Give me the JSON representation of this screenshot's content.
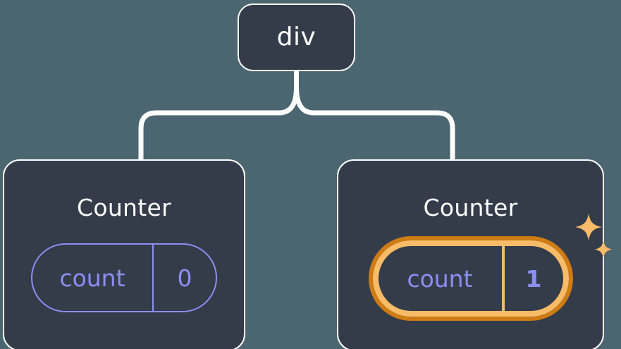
{
  "diagram": {
    "type": "component-tree",
    "background_color": "#4b6671",
    "node_fill": "#343c4a",
    "node_border": "#ffffff",
    "connector_color": "#ffffff",
    "accent_periwinkle": "#8b8ff3",
    "accent_orange_outer": "#cf7c14",
    "accent_orange_inner": "#f8bb68"
  },
  "root": {
    "label": "div"
  },
  "children": [
    {
      "title": "Counter",
      "state": {
        "key": "count",
        "value": "0"
      },
      "highlighted": false
    },
    {
      "title": "Counter",
      "state": {
        "key": "count",
        "value": "1"
      },
      "highlighted": true,
      "sparkle_icons": [
        "sparkle-large",
        "sparkle-small"
      ]
    }
  ]
}
